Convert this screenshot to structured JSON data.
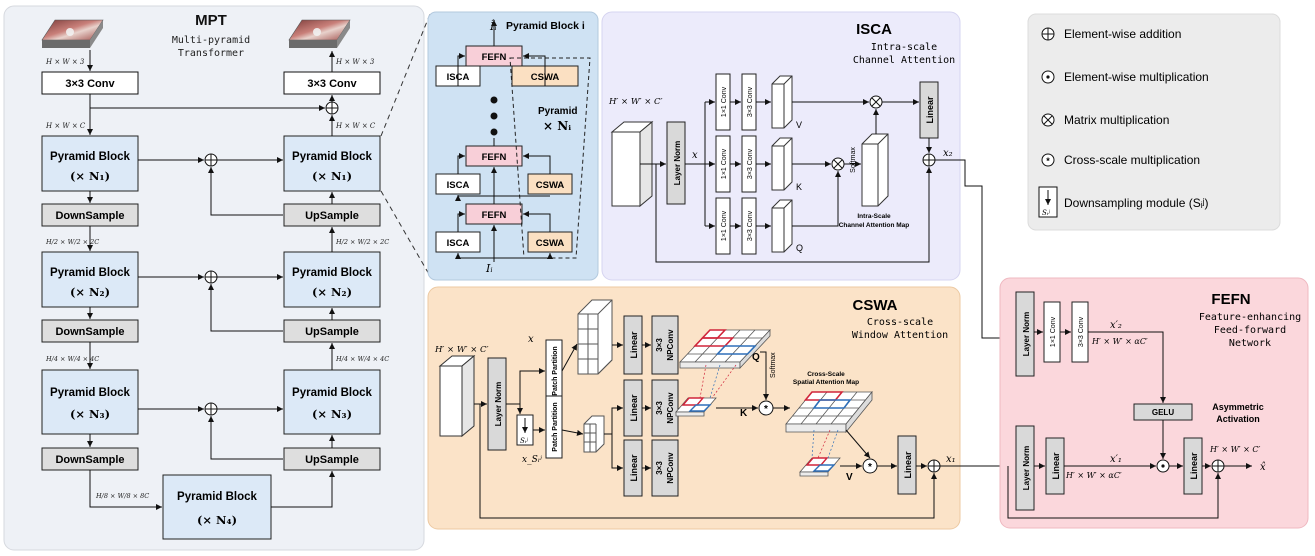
{
  "mpt": {
    "title": "MPT",
    "subtitle_line1": "Multi-pyramid",
    "subtitle_line2": "Transformer",
    "conv": "3×3 Conv",
    "pyramid_block": "Pyramid Block",
    "n1": "(× N₁)",
    "n2": "(× N₂)",
    "n3": "(× N₃)",
    "n4": "(× N₄)",
    "downsample": "DownSample",
    "upsample": "UpSample",
    "dim_hw3": "H × W × 3",
    "dim_hwc": "H × W × C",
    "dim_2c": "H/2 × W/2 × 2C",
    "dim_4c": "H/4 × W/4 × 4C",
    "dim_8c": "H/8 × W/8 × 8C"
  },
  "pyramid": {
    "title": "Pyramid Block i",
    "output": "Îᵢ",
    "input": "Iᵢ",
    "fefn": "FEFN",
    "isca": "ISCA",
    "cswa": "CSWA",
    "repeat_line1": "Pyramid",
    "repeat_line2": "× Nᵢ"
  },
  "isca": {
    "title": "ISCA",
    "subtitle_line1": "Intra-scale",
    "subtitle_line2": "Channel Attention",
    "input_dim": "H′ × W′ × C′",
    "layer_norm": "Layer Norm",
    "x": "x",
    "conv1": "1×1 Conv",
    "conv3": "3×3 Conv",
    "v": "V",
    "k": "K",
    "q": "Q",
    "softmax": "Softmax",
    "map_line1": "Intra-Scale",
    "map_line2": "Channel Attention Map",
    "linear": "Linear",
    "x2": "x₂"
  },
  "cswa": {
    "title": "CSWA",
    "subtitle_line1": "Cross-scale",
    "subtitle_line2": "Window Attention",
    "input_dim": "H′ × W′ × C′",
    "layer_norm": "Layer Norm",
    "x": "x",
    "x_s": "x_Sᵢʲ",
    "s_label": "Sᵢʲ",
    "patch_partition": "Patch Partition",
    "linear": "Linear",
    "npconv_line1": "3×3",
    "npconv_line2": "NPConv",
    "q": "Q",
    "k": "K",
    "v": "V",
    "softmax": "Softmax",
    "map_line1": "Cross-Scale",
    "map_line2": "Spatial Attention Map",
    "x1": "x₁"
  },
  "fefn": {
    "title": "FEFN",
    "subtitle_line1": "Feature-enhancing",
    "subtitle_line2": "Feed-forward",
    "subtitle_line3": "Network",
    "layer_norm": "Layer Norm",
    "conv1": "1×1 Conv",
    "conv3": "3×3 Conv",
    "x2p": "x′₂",
    "x1p": "x′₁",
    "dim_alpha": "H′ × W′ × αC′",
    "gelu": "GELU",
    "asym_line1": "Asymmetric",
    "asym_line2": "Activation",
    "linear": "Linear",
    "out_dim": "H′ × W′ × C′",
    "out": "x̂"
  },
  "legend": {
    "addition": "Element-wise addition",
    "multiplication": "Element-wise multiplication",
    "matrix": "Matrix multiplication",
    "cross": "Cross-scale multiplication",
    "downsampling": "Downsampling module (Sᵢʲ)",
    "s_label": "Sᵢʲ"
  },
  "colors": {
    "block_blue": "#dce9f7",
    "pyramid_bg": "#cfe2f3",
    "isca_bg": "#ecebfb",
    "cswa_bg": "#fbe3c8",
    "fefn_bg": "#fbd7dc",
    "legend_bg": "#ececec",
    "fefn_box": "#f8cfd8",
    "cswa_box": "#fbe0c2",
    "grey_box": "#dedede",
    "q_red": "#d0253a",
    "k_blue": "#2f6fb8"
  }
}
